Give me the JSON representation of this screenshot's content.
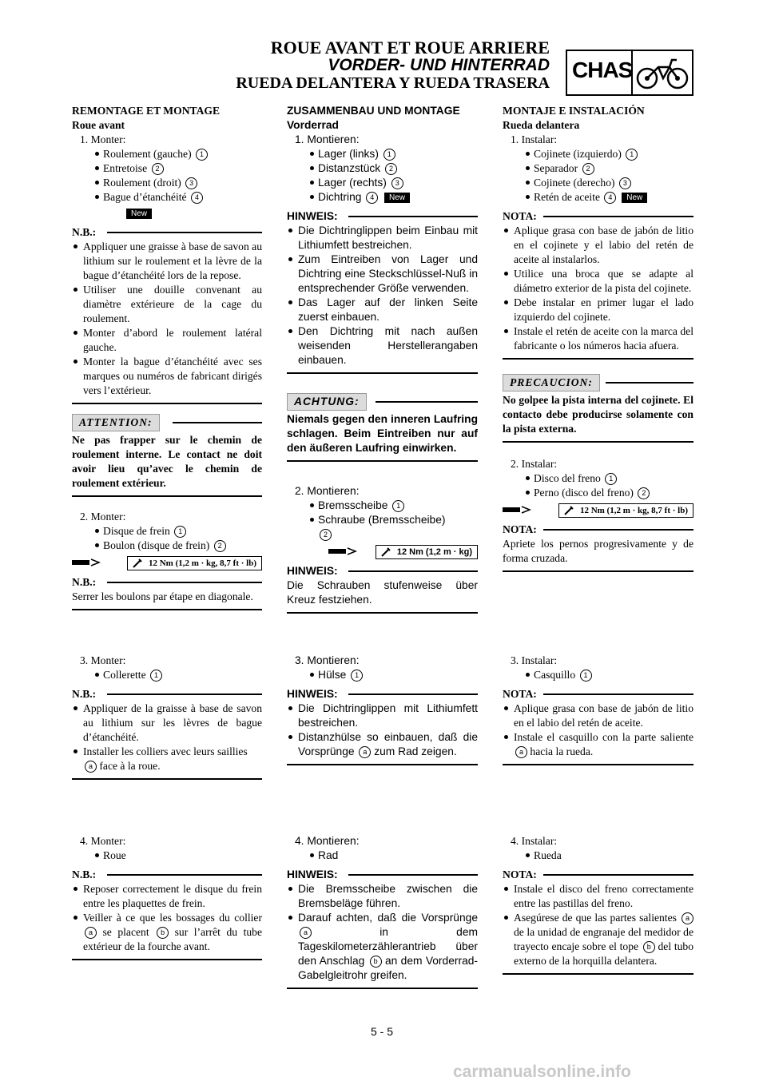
{
  "header": {
    "title_fr": "ROUE AVANT ET ROUE ARRIERE",
    "title_de": "VORDER- UND HINTERRAD",
    "title_es": "RUEDA DELANTERA Y RUEDA TRASERA",
    "section_badge": "CHAS",
    "section_icon": "motorcycle-icon"
  },
  "fr": {
    "s1": {
      "heading": "REMONTAGE ET MONTAGE",
      "subheading": "Roue avant",
      "step": "1.  Monter:",
      "items": [
        "Roulement (gauche)",
        "Entretoise",
        "Roulement (droit)",
        "Bague d’étanchéité"
      ],
      "item_refs": [
        "1",
        "2",
        "3",
        "4"
      ],
      "new_tag": "New",
      "note_label": "N.B.:",
      "notes": [
        "Appliquer une graisse à base de savon au lithium sur le roulement et la lèvre de la bague d’étanchéité lors de la repose.",
        "Utiliser une douille convenant au diamètre extérieure de la cage du roulement.",
        "Monter d’abord le roulement latéral gauche.",
        "Monter la bague d’étanchéité avec ses marques ou numéros de fabricant dirigés vers l’extérieur."
      ],
      "caution_label": "ATTENTION:",
      "caution_text": "Ne pas frapper sur le chemin de roulement interne. Le contact ne doit avoir lieu qu’avec le chemin de roulement extérieur."
    },
    "s2": {
      "step": "2.  Monter:",
      "items": [
        "Disque de frein",
        "Boulon (disque de frein)"
      ],
      "item_refs": [
        "1",
        "2"
      ],
      "torque": "12 Nm (1,2 m · kg, 8,7 ft · lb)",
      "note_label": "N.B.:",
      "note_text": "Serrer les boulons par étape en diagonale."
    },
    "s3": {
      "step": "3.  Monter:",
      "items": [
        "Collerette"
      ],
      "item_refs": [
        "1"
      ],
      "note_label": "N.B.:",
      "notes": [
        "Appliquer de la graisse à base de savon au lithium sur les lèvres de bague d’étanchéité.",
        "Installer les colliers avec leurs saillies"
      ],
      "ref_a": "a",
      "note2_tail": " face à la roue."
    },
    "s4": {
      "step": "4.  Monter:",
      "items": [
        "Roue"
      ],
      "note_label": "N.B.:",
      "note1": "Reposer correctement le disque du frein entre les plaquettes de frein.",
      "note2_a": "Veiller à ce que les bossages du collier ",
      "ref_a": "a",
      "note2_b": " se placent ",
      "ref_b": "b",
      "note2_c": " sur l’arrêt du tube extérieur de la fourche avant."
    }
  },
  "de": {
    "s1": {
      "heading": "ZUSAMMENBAU UND MONTAGE",
      "subheading": "Vorderrad",
      "step": "1.  Montieren:",
      "items": [
        "Lager (links)",
        "Distanzstück",
        "Lager (rechts)",
        "Dichtring"
      ],
      "item_refs": [
        "1",
        "2",
        "3",
        "4"
      ],
      "new_tag": "New",
      "note_label": "HINWEIS:",
      "notes": [
        "Die Dichtringlippen beim Einbau mit Lithiumfett bestreichen.",
        "Zum Eintreiben von Lager und Dichtring eine Steckschlüssel-Nuß in entsprechender Größe verwenden.",
        "Das Lager auf der linken Seite zuerst einbauen.",
        "Den Dichtring mit nach außen weisenden Herstellerangaben einbauen."
      ],
      "caution_label": "ACHTUNG:",
      "caution_text": "Niemals gegen den inneren Laufring schlagen. Beim Eintreiben nur auf den äußeren Laufring einwirken."
    },
    "s2": {
      "step": "2.  Montieren:",
      "items": [
        "Bremsscheibe",
        "Schraube (Bremsscheibe)"
      ],
      "item_refs": [
        "1",
        "2"
      ],
      "torque": "12 Nm (1,2 m · kg)",
      "note_label": "HINWEIS:",
      "note_text": "Die Schrauben stufenweise über Kreuz festziehen."
    },
    "s3": {
      "step": "3.  Montieren:",
      "items": [
        "Hülse"
      ],
      "item_refs": [
        "1"
      ],
      "note_label": "HINWEIS:",
      "note1": "Die Dichtringlippen mit Lithiumfett bestreichen.",
      "note2_a": "Distanzhülse so einbauen, daß die Vorsprünge ",
      "ref_a": "a",
      "note2_b": " zum Rad zeigen."
    },
    "s4": {
      "step": "4.  Montieren:",
      "items": [
        "Rad"
      ],
      "note_label": "HINWEIS:",
      "note1": "Die Bremsscheibe zwischen die Bremsbeläge führen.",
      "note2_a": "Darauf achten, daß die Vorsprünge ",
      "ref_a": "a",
      "note2_b": " in dem Tageskilometerzählerantrieb über den Anschlag ",
      "ref_b": "b",
      "note2_c": " an dem Vorderrad-Gabelgleitrohr greifen."
    }
  },
  "es": {
    "s1": {
      "heading": "MONTAJE E INSTALACIÓN",
      "subheading": "Rueda delantera",
      "step": "1.  Instalar:",
      "items": [
        "Cojinete (izquierdo)",
        "Separador",
        "Cojinete (derecho)",
        "Retén de aceite"
      ],
      "item_refs": [
        "1",
        "2",
        "3",
        "4"
      ],
      "new_tag": "New",
      "note_label": "NOTA:",
      "notes": [
        "Aplique grasa con base de jabón de litio en el cojinete y el labio del retén de aceite al instalarlos.",
        "Utilice una broca que se adapte al diámetro exterior de la pista del cojinete.",
        "Debe instalar en primer lugar el lado izquierdo del cojinete.",
        "Instale el retén de aceite con la marca del fabricante o los números hacia afuera."
      ],
      "caution_label": "PRECAUCION:",
      "caution_text": "No golpee la pista interna del cojinete. El contacto debe producirse solamente con la pista externa."
    },
    "s2": {
      "step": "2.  Instalar:",
      "items": [
        "Disco del freno",
        "Perno (disco del freno)"
      ],
      "item_refs": [
        "1",
        "2"
      ],
      "torque": "12 Nm (1,2 m · kg, 8,7 ft · lb)",
      "note_label": "NOTA:",
      "note_text": "Apriete los pernos progresivamente y de forma cruzada."
    },
    "s3": {
      "step": "3.  Instalar:",
      "items": [
        "Casquillo"
      ],
      "item_refs": [
        "1"
      ],
      "note_label": "NOTA:",
      "note1": "Aplique grasa con base de jabón de litio en el labio del retén de aceite.",
      "note2_a": "Instale el casquillo con la parte saliente ",
      "ref_a": "a",
      "note2_b": " hacia la rueda."
    },
    "s4": {
      "step": "4.  Instalar:",
      "items": [
        "Rueda"
      ],
      "note_label": "NOTA:",
      "note1": "Instale el disco del freno correctamente entre las pastillas del freno.",
      "note2_a": "Asegúrese de que las partes salientes ",
      "ref_a": "a",
      "note2_b": " de la unidad de engranaje del medidor de trayecto encaje sobre el tope ",
      "ref_b": "b",
      "note2_c": " del tubo externo de la horquilla delantera."
    }
  },
  "footer": {
    "page_number": "5 - 5",
    "watermark": "carmanualsonline.info"
  }
}
